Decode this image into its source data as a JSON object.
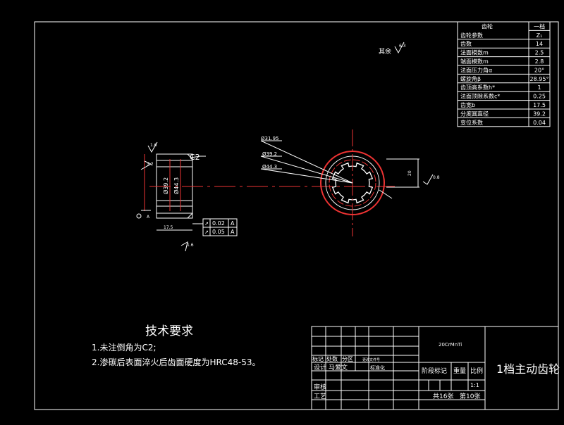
{
  "gear_table": {
    "rows": [
      {
        "label": "齿轮",
        "value": "一档"
      },
      {
        "label": "齿轮参数",
        "value": "Z₁"
      },
      {
        "label": "齿数",
        "value": "14"
      },
      {
        "label": "法面模数m",
        "value": "2.5"
      },
      {
        "label": "端面模数m",
        "value": "2.8"
      },
      {
        "label": "法面压力角α",
        "value": "20°"
      },
      {
        "label": "螺旋角β",
        "value": "28.95°"
      },
      {
        "label": "齿顶高系数h*",
        "value": "1"
      },
      {
        "label": "法面顶隙系数c*",
        "value": "0.25"
      },
      {
        "label": "齿宽b",
        "value": "17.5"
      },
      {
        "label": "分度圆直径",
        "value": "39.2"
      },
      {
        "label": "变位系数",
        "value": "0.04"
      }
    ]
  },
  "drawing": {
    "remaining_roughness": "其余",
    "roughness_remaining_value": "6.3",
    "chamfer_label": "C2",
    "width_dim": "17.5",
    "dia_side_1": "Ø39.2",
    "dia_side_2": "Ø44.3",
    "dia_front_1": "Ø31.95",
    "dia_front_2": "Ø39.2",
    "dia_front_3": "Ø44.3",
    "roughness_left_top": "1.6",
    "roughness_left_mid": "3.2",
    "roughness_right": "0.8",
    "roughness_bottom": "1.6",
    "roughness_small": "3.2",
    "hub_dim": "20",
    "tolerance_rows": [
      {
        "symbol": "↗",
        "value": "0.02",
        "datum": "A"
      },
      {
        "symbol": "↗",
        "value": "0.05",
        "datum": "A"
      }
    ],
    "datum_label": "A"
  },
  "tech_requirements": {
    "title": "技术要求",
    "notes": [
      "1.未注倒角为C2;",
      "2.渗碳后表面淬火后齿面硬度为HRC48-53。"
    ]
  },
  "title_block": {
    "material": "20CrMnTi",
    "part_name": "1档主动齿轮",
    "mark_row": [
      "标记",
      "处数",
      "分区",
      "更改文件号"
    ],
    "designer_label": "设计",
    "designer_name": "马爱文",
    "standardization": "标准化",
    "stage_mark": "阶段标记",
    "weight": "重量",
    "scale_label": "比例",
    "scale_value": "1:1",
    "review": "审核",
    "process": "工艺",
    "sheets_total": "共16张",
    "sheet_no": "第10张"
  }
}
